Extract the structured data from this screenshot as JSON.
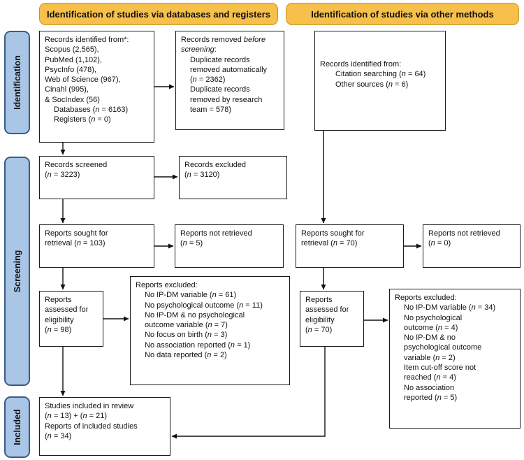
{
  "headers": {
    "databases": "Identification of studies via databases and registers",
    "other": "Identification of studies via other methods"
  },
  "phases": {
    "identification": "Identification",
    "screening": "Screening",
    "included": "Included"
  },
  "db": {
    "identified": [
      {
        "t": "Records identified from*:"
      },
      {
        "t": "Scopus (2,565),"
      },
      {
        "t": "PubMed (1,102),"
      },
      {
        "t": "PsycInfo (478),"
      },
      {
        "t": "Web of Science (967),"
      },
      {
        "t": "Cinahl (995),"
      },
      {
        "t": "& SocIndex (56)"
      },
      {
        "t": "Databases (n = 6163)",
        "indent": 1
      },
      {
        "t": "Registers (n = 0)",
        "indent": 1
      }
    ],
    "removed": [
      {
        "t": "Records removed before"
      },
      {
        "t": "screening:"
      },
      {
        "t": "Duplicate records",
        "indent": 1
      },
      {
        "t": "removed automatically",
        "indent": 1
      },
      {
        "t": "(n = 2362)",
        "indent": 1
      },
      {
        "t": "Duplicate records",
        "indent": 1
      },
      {
        "t": "removed by research",
        "indent": 1
      },
      {
        "t": "team = 578)",
        "indent": 1
      }
    ],
    "screened": [
      {
        "t": "Records screened"
      },
      {
        "t": "(n = 3223)"
      }
    ],
    "excluded": [
      {
        "t": "Records excluded"
      },
      {
        "t": "(n = 3120)"
      }
    ],
    "sought": [
      {
        "t": "Reports sought for"
      },
      {
        "t": "retrieval (n = 103)"
      }
    ],
    "not_retrieved": [
      {
        "t": "Reports not retrieved"
      },
      {
        "t": "(n = 5)"
      }
    ],
    "assessed": [
      {
        "t": "Reports"
      },
      {
        "t": "assessed for"
      },
      {
        "t": "eligibility"
      },
      {
        "t": "(n = 98)"
      }
    ],
    "reports_excluded": [
      {
        "t": "Reports excluded:"
      },
      {
        "t": "No IP-DM variable (n = 61)",
        "indent": 1
      },
      {
        "t": "No psychological outcome (n = 11)",
        "indent": 1
      },
      {
        "t": "No IP-DM & no psychological",
        "indent": 1
      },
      {
        "t": "outcome variable (n = 7)",
        "indent": 1
      },
      {
        "t": "No focus on birth (n = 3)",
        "indent": 1
      },
      {
        "t": "No association reported (n = 1)",
        "indent": 1
      },
      {
        "t": "No data reported (n = 2)",
        "indent": 1
      }
    ],
    "included": [
      {
        "t": "Studies included in review"
      },
      {
        "t": "(n = 13) + (n = 21)"
      },
      {
        "t": "Reports of included studies"
      },
      {
        "t": "(n = 34)"
      }
    ]
  },
  "other": {
    "identified": [
      {
        "t": "Records identified from:"
      },
      {
        "t": "Citation searching (n = 64)",
        "indent": 2
      },
      {
        "t": "Other sources (n = 6)",
        "indent": 2
      }
    ],
    "sought": [
      {
        "t": "Reports sought for"
      },
      {
        "t": "retrieval (n = 70)"
      }
    ],
    "not_retrieved": [
      {
        "t": "Reports not retrieved"
      },
      {
        "t": "(n = 0)"
      }
    ],
    "assessed": [
      {
        "t": "Reports"
      },
      {
        "t": "assessed for"
      },
      {
        "t": "eligibility"
      },
      {
        "t": "(n = 70)"
      }
    ],
    "reports_excluded": [
      {
        "t": "Reports excluded:"
      },
      {
        "t": "No IP-DM variable (n = 34)",
        "indent": 1
      },
      {
        "t": "No psychological",
        "indent": 1
      },
      {
        "t": "outcome (n = 4)",
        "indent": 1
      },
      {
        "t": "No IP-DM & no",
        "indent": 1
      },
      {
        "t": "psychological outcome",
        "indent": 1
      },
      {
        "t": "variable (n = 2)",
        "indent": 1
      },
      {
        "t": "Item cut-off score not",
        "indent": 1
      },
      {
        "t": "reached (n = 4)",
        "indent": 1
      },
      {
        "t": "No association",
        "indent": 1
      },
      {
        "t": "reported (n = 5)",
        "indent": 1
      }
    ]
  },
  "colors": {
    "header_fill": "#f6c04a",
    "phase_fill": "#aac6e6",
    "phase_border": "#3b5b85",
    "box_border": "#1a1a1a"
  }
}
